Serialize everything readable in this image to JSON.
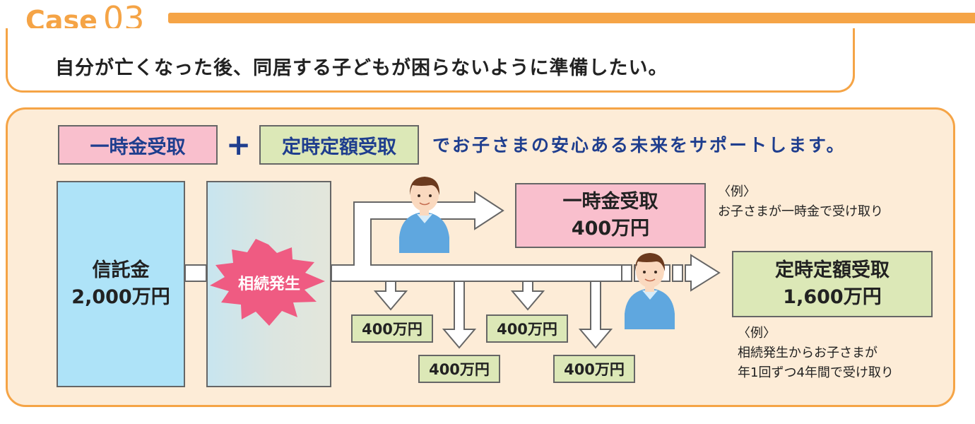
{
  "header": {
    "case_word": "Case",
    "case_number": "03",
    "title": "自分が亡くなった後、同居する子どもが困らないように準備したい。"
  },
  "summary": {
    "lump_sum_label": "一時金受取",
    "plus": "+",
    "fixed_label": "定時定額受取",
    "tagline": "でお子さまの安心ある未来をサポートします。"
  },
  "trust": {
    "line1": "信託金",
    "line2": "2,000万円"
  },
  "inheritance_label": "相続発生",
  "lump_sum_result": {
    "line1": "一時金受取",
    "line2": "400万円"
  },
  "lump_sum_note": {
    "line1": "〈例〉",
    "line2": "お子さまが一時金で受け取り"
  },
  "fixed_result": {
    "line1": "定時定額受取",
    "line2": "1,600万円"
  },
  "fixed_note": {
    "line1": "〈例〉",
    "line2": "相続発生からお子さまが",
    "line3": "年1回ずつ4年間で受け取り"
  },
  "installments": [
    "400万円",
    "400万円",
    "400万円",
    "400万円"
  ],
  "colors": {
    "orange": "#f5a446",
    "panel_bg": "#fdecd7",
    "pink": "#f9bfcd",
    "green": "#dce8b7",
    "blue_text": "#1f3e8e",
    "trust_blue": "#aee3f8",
    "burst_pink": "#ef5b82",
    "shirt_blue": "#5fa7df"
  }
}
